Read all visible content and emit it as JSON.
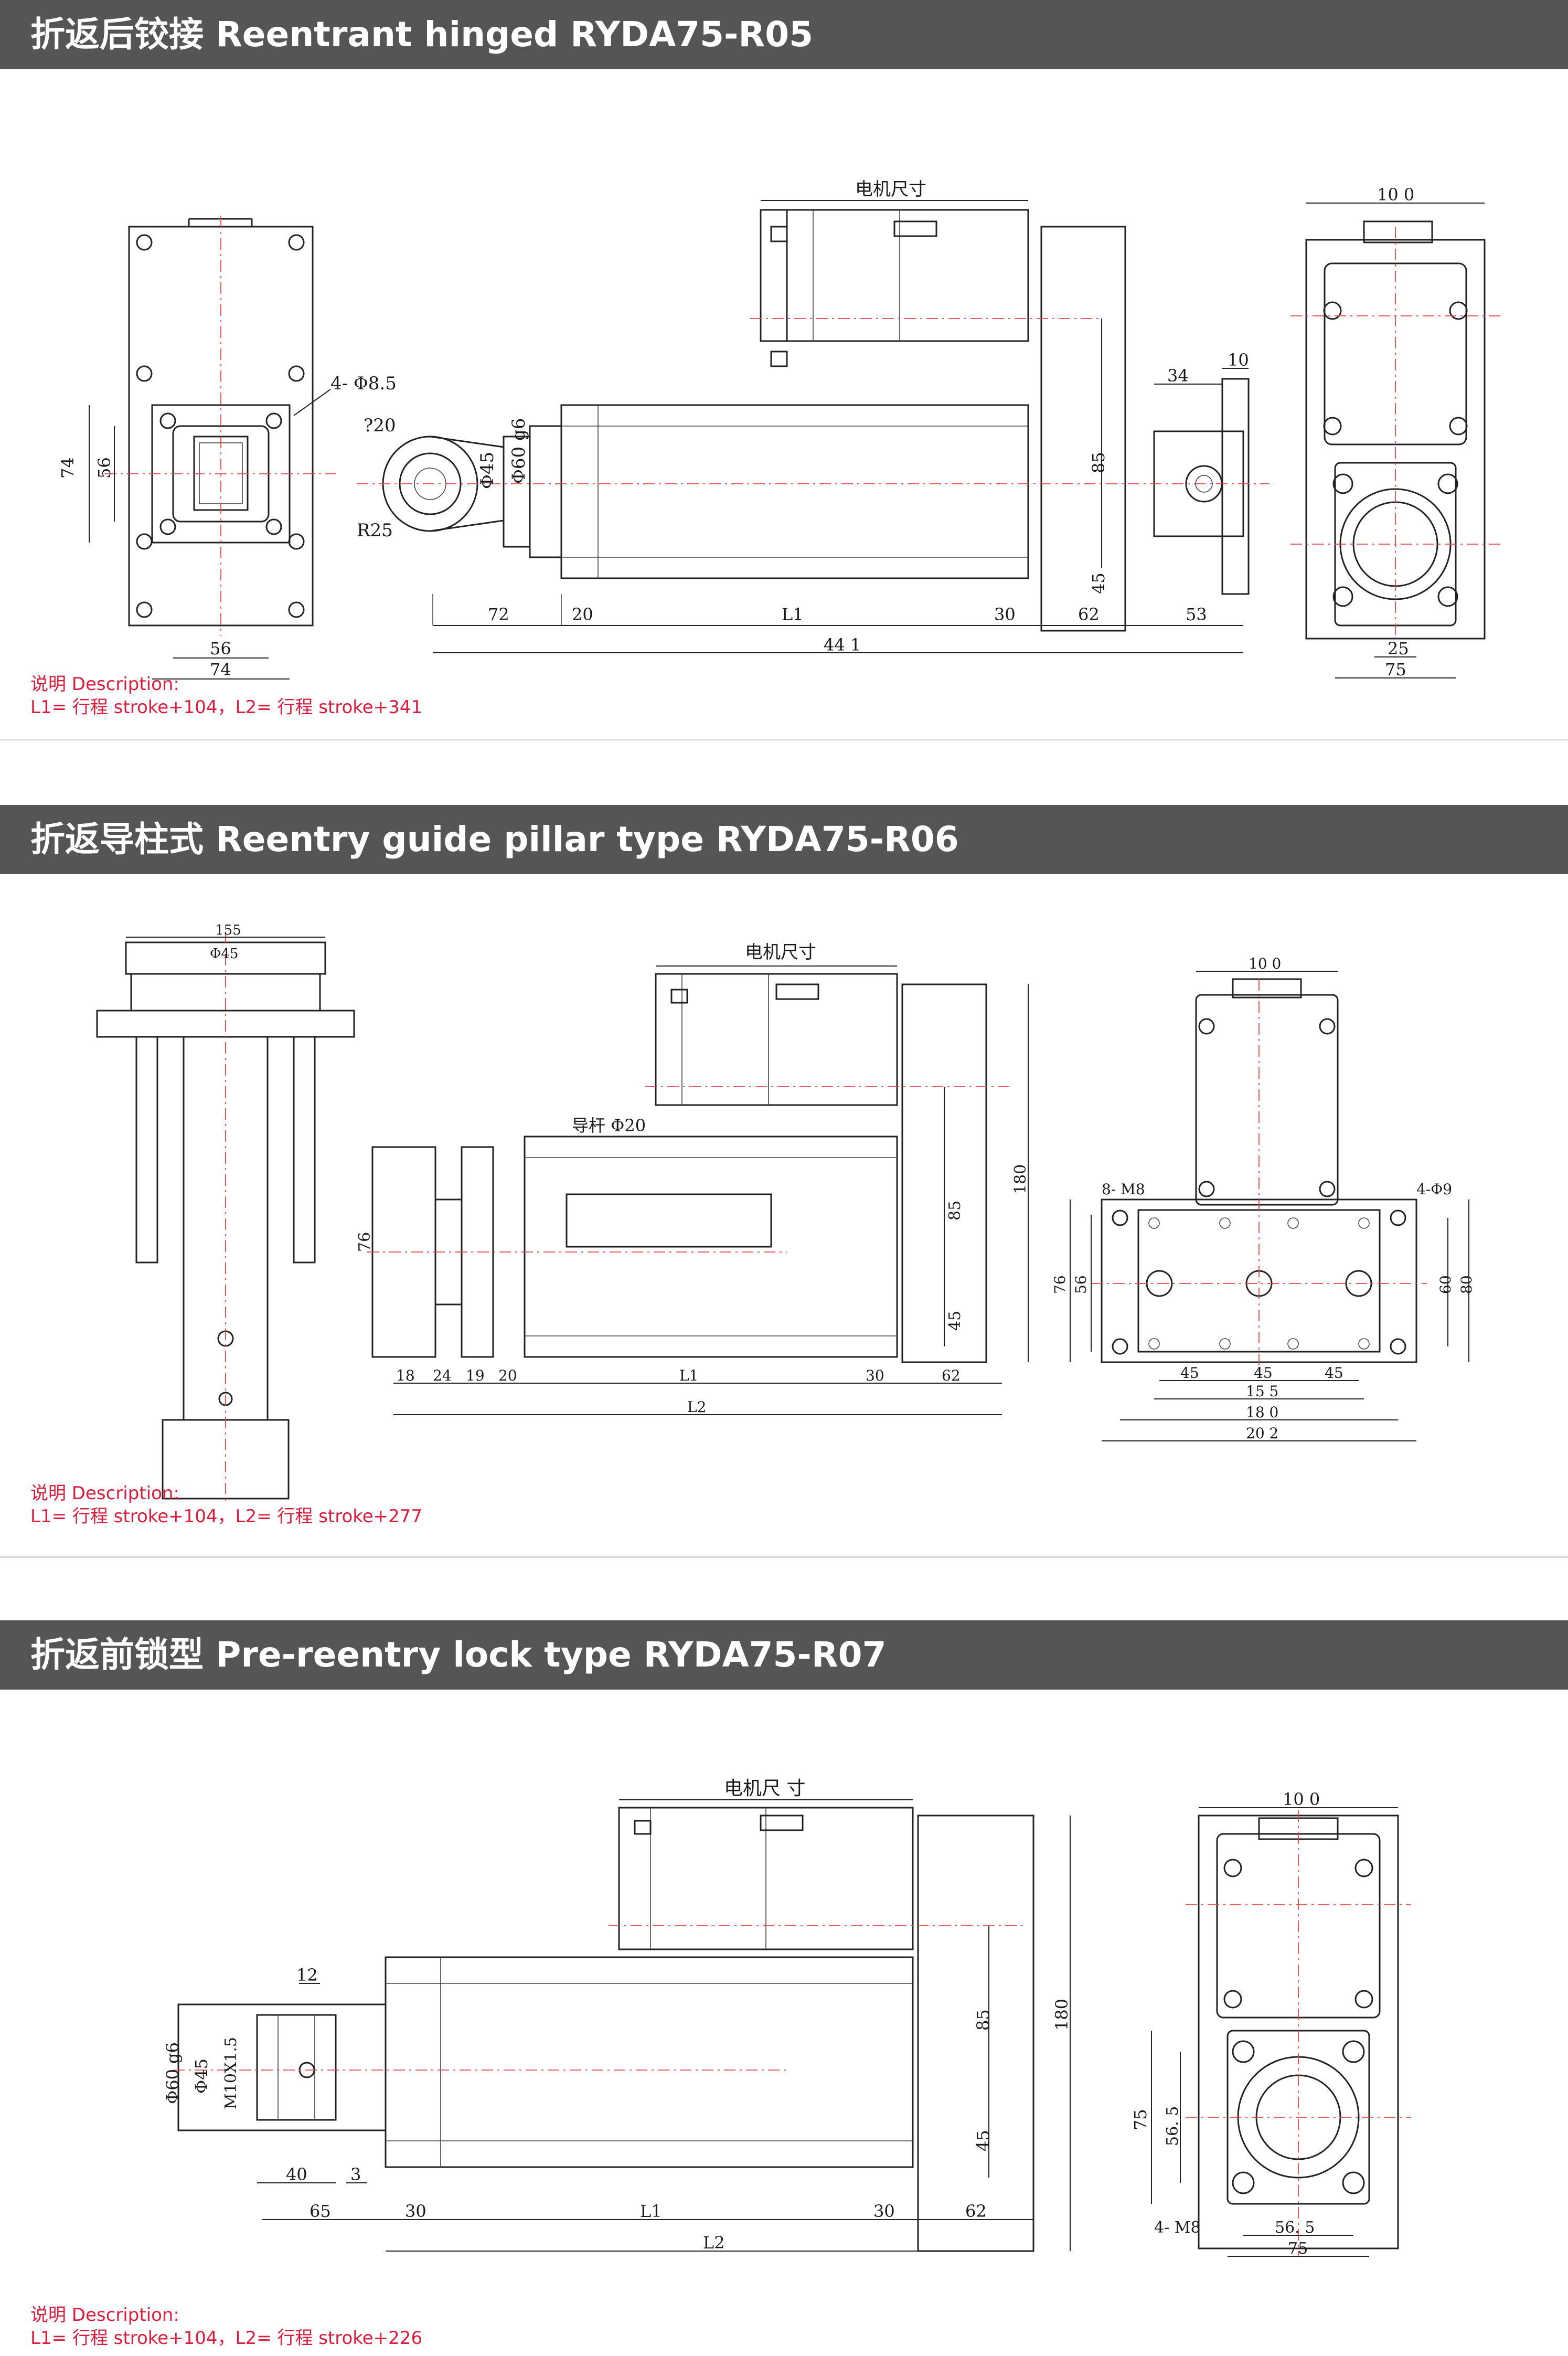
{
  "sections": [
    {
      "title": "折返后铰接 Reentrant hinged RYDA75-R05",
      "desc_title": "说明 Description:",
      "desc_text": "L1= 行程 stroke+104，L2= 行程 stroke+341",
      "labels": {
        "motor": "电机尺寸",
        "hole": "4- Φ8.5",
        "r20": "?20",
        "r25": "R25",
        "d45": "Φ45",
        "d60": "Φ60 g6",
        "v74": "74",
        "v56": "56",
        "h56": "56",
        "h74": "74",
        "d72": "72",
        "d20": "20",
        "L1": "L1",
        "d30": "30",
        "d62": "62",
        "d53": "53",
        "d441": "44 1",
        "d85": "85",
        "d45b": "45",
        "d34": "34",
        "d10": "10",
        "d100": "10 0",
        "d25": "25",
        "d75": "75"
      }
    },
    {
      "title": "折返导柱式 Reentry guide pillar type RYDA75-R06",
      "desc_title": "说明 Description:",
      "desc_text": "L1= 行程 stroke+104，L2= 行程 stroke+277",
      "labels": {
        "motor": "电机尺寸",
        "d155": "155",
        "d45top": "Φ45",
        "rod": "导杆 Φ20",
        "d76": "76",
        "d85": "85",
        "d45": "45",
        "d180": "180",
        "d18": "18",
        "d24": "24",
        "d19": "19",
        "d20": "20",
        "L1": "L1",
        "d30": "30",
        "d62": "62",
        "L2": "L2",
        "d100": "10 0",
        "m8": "8- M8",
        "phi9": "4-Φ9",
        "v76": "76",
        "v56": "56",
        "v60": "60",
        "v80": "80",
        "h45a": "45",
        "h45b": "45",
        "h45c": "45",
        "h155": "15 5",
        "h180": "18 0",
        "h202": "20 2"
      }
    },
    {
      "title": "折返前锁型 Pre-reentry lock type RYDA75-R07",
      "desc_title": "说明 Description:",
      "desc_text": "L1= 行程 stroke+104，L2= 行程 stroke+226",
      "labels": {
        "motor": "电机尺 寸",
        "d12": "12",
        "d60": "Φ60 g6",
        "d45": "Φ45",
        "m10": "M10X1.5",
        "d40": "40",
        "d3": "3",
        "d65": "65",
        "d30a": "30",
        "L1": "L1",
        "d30b": "30",
        "d62": "62",
        "L2": "L2",
        "d85": "85",
        "d45b": "45",
        "d180": "180",
        "d100": "10 0",
        "v75": "75",
        "v565": "56. 5",
        "m8": "4- M8",
        "h565": "56. 5",
        "h75": "75"
      }
    }
  ]
}
